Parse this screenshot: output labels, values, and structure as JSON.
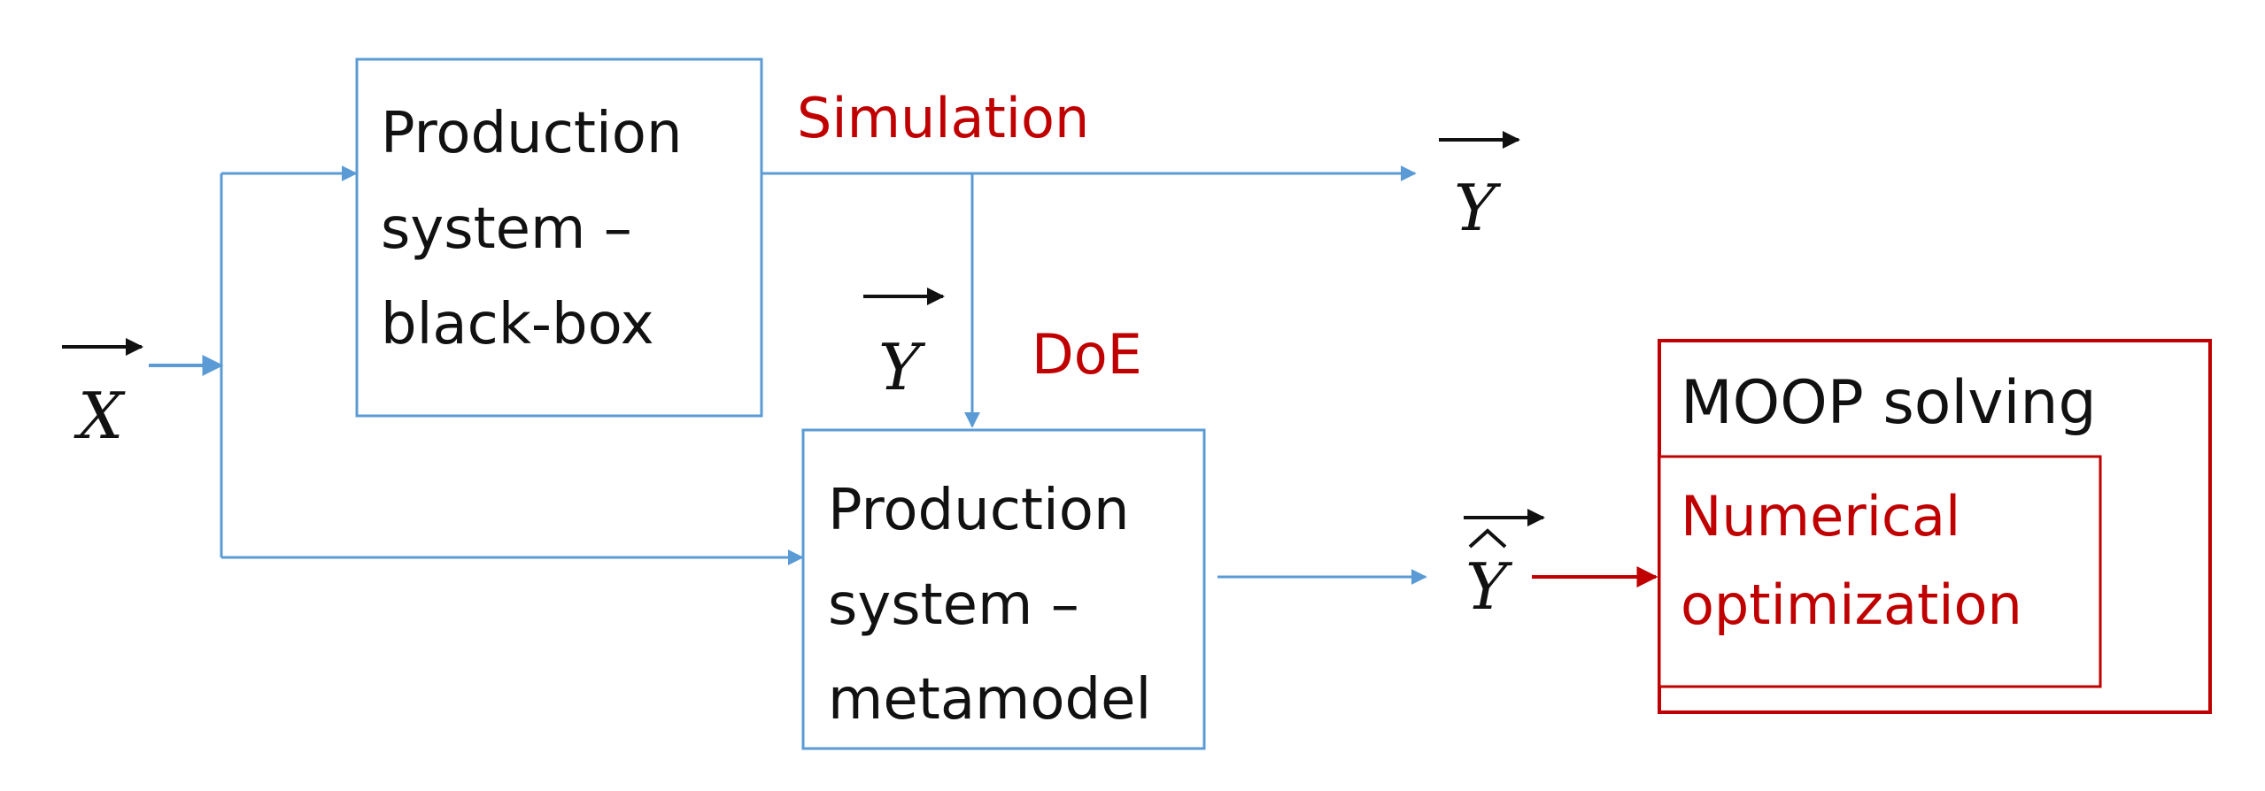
{
  "colors": {
    "blue": "#5B9BD5",
    "red": "#C00000",
    "text": "#111111",
    "background": "#ffffff"
  },
  "diagram": {
    "input_vector": "X",
    "output_vector": "Y",
    "doe_vector": "Y",
    "metamodel_output": "Y",
    "labels": {
      "simulation": "Simulation",
      "doe": "DoE"
    },
    "blackbox": {
      "line1": "Production",
      "line2": "system –",
      "line3": "black-box"
    },
    "metamodel": {
      "line1": "Production",
      "line2": "system –",
      "line3": "metamodel"
    },
    "moop": {
      "title": "MOOP solving",
      "inner_line1": "Numerical",
      "inner_line2": "optimization"
    }
  }
}
